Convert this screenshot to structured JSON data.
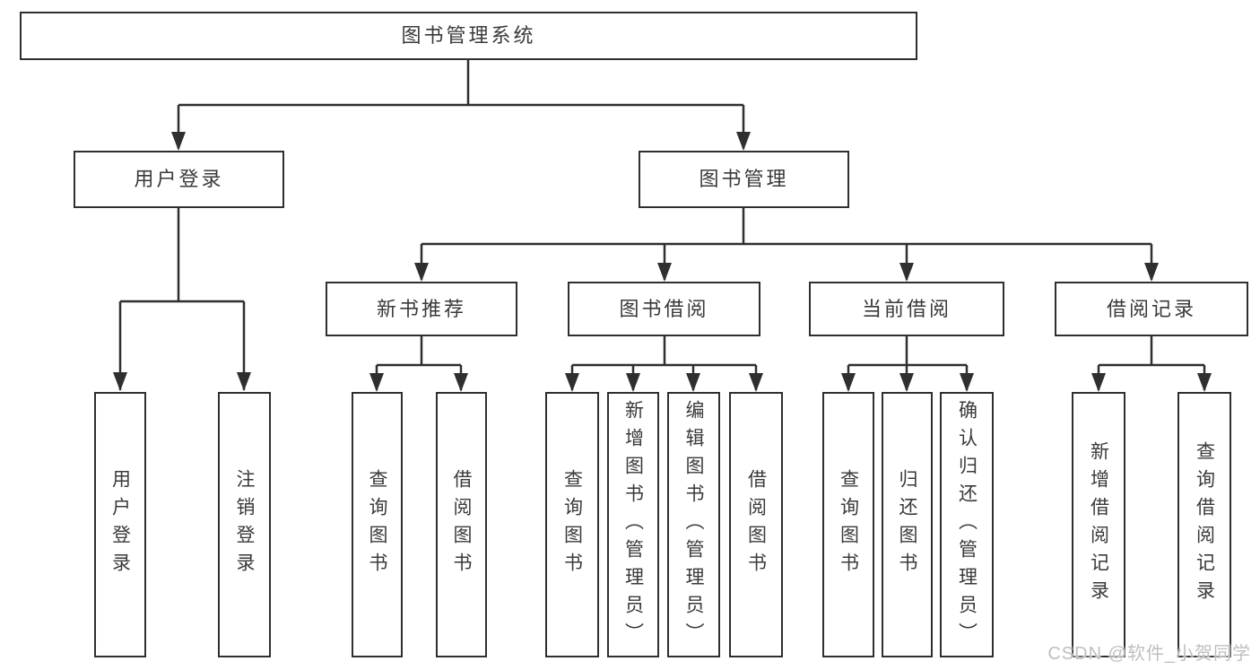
{
  "colors": {
    "line": "#2f2f2f",
    "box_border": "#2f2f2f",
    "text": "#3a3a3a",
    "background": "#ffffff",
    "watermark": "#bfbfbf"
  },
  "watermark": {
    "text": "CSDN @软件_小贺同学"
  },
  "tree": {
    "root": "图书管理系统",
    "branches": [
      {
        "label": "用户登录",
        "children": [
          {
            "label": "用户登录"
          },
          {
            "label": "注销登录"
          }
        ]
      },
      {
        "label": "图书管理",
        "children": [
          {
            "label": "新书推荐",
            "children": [
              {
                "label": "查询图书"
              },
              {
                "label": "借阅图书"
              }
            ]
          },
          {
            "label": "图书借阅",
            "children": [
              {
                "label": "查询图书"
              },
              {
                "label": "新增图书（管理员）"
              },
              {
                "label": "编辑图书（管理员）"
              },
              {
                "label": "借阅图书"
              }
            ]
          },
          {
            "label": "当前借阅",
            "children": [
              {
                "label": "查询图书"
              },
              {
                "label": "归还图书"
              },
              {
                "label": "确认归还（管理员）"
              }
            ]
          },
          {
            "label": "借阅记录",
            "children": [
              {
                "label": "新增借阅记录"
              },
              {
                "label": "查询借阅记录"
              }
            ]
          }
        ]
      }
    ]
  }
}
